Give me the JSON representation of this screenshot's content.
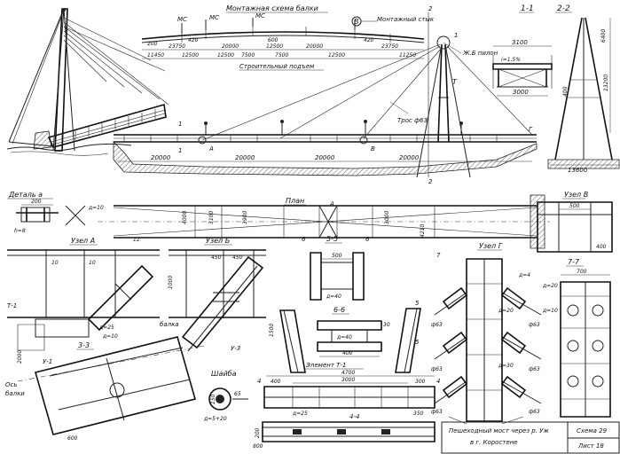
{
  "top_scheme": {
    "title": "Монтажная схема балки",
    "subtitle": "Строительный подъем",
    "ms1": "МС",
    "ms2": "МС",
    "ms3": "МС",
    "node_v": "В",
    "mount_joint": "Монтажный стык",
    "d200": "200",
    "d420a": "420",
    "d420b": "420",
    "d600": "600",
    "d23750a": "23750",
    "d23750b": "23750",
    "d20000a": "20000",
    "d20000b": "20000",
    "d12500a": "12500",
    "d12500b": "12500",
    "d12500c": "12500",
    "d12500d": "12500",
    "d7500a": "7500",
    "d7500b": "7500",
    "d11450": "11450",
    "d11250": "11250"
  },
  "elevation": {
    "node_a": "A",
    "node_b": "B",
    "node_g": "Г",
    "node_1": "1",
    "cut2a": "2",
    "cut2b": "2",
    "cut1a": "1",
    "cut1b": "1",
    "span1": "20000",
    "span2": "20000",
    "span3": "20000",
    "span4": "20000",
    "zhb_pylon": "Ж.Б пилон",
    "stay_label": "Трос ф63",
    "element_t": "Т"
  },
  "section_11": {
    "title": "1-1",
    "w3100": "3100",
    "slope": "i=1.5%",
    "w3000": "3000"
  },
  "section_22": {
    "title": "2-2",
    "h6400": "6400",
    "h13200": "13200",
    "h400": "400",
    "w13600": "13600"
  },
  "plan": {
    "title": "План",
    "node_a": "А",
    "d4000": "4000",
    "d3100": "3100",
    "d3900": "3900",
    "d3000": "3000",
    "d4210": "4210"
  },
  "detail_a": {
    "title": "Деталь а",
    "d200": "200",
    "d10": "д=10",
    "h8": "h=8"
  },
  "node_a": {
    "title": "Узел А",
    "d10a": "10",
    "d10b": "10",
    "t1": "Т-1",
    "d25": "д=25",
    "d10": "д=10",
    "d12": "12"
  },
  "node_b": {
    "title": "Узел Б",
    "d450a": "450",
    "d450b": "450",
    "d1000": "1000",
    "beam": "балка",
    "u3": "У-3"
  },
  "section_33": {
    "title": "3-3",
    "u1": "У-1",
    "d2000": "2000",
    "axis": "Ось",
    "beam": "балки",
    "d600": "600"
  },
  "washer": {
    "title": "Шайба",
    "d150": "150",
    "d65": "65",
    "formula": "д=5+20"
  },
  "section_55": {
    "title": "5-5",
    "d500": "500",
    "d40": "д=40",
    "n6a": "6",
    "n6b": "6"
  },
  "section_66": {
    "title": "6-6",
    "d400": "400",
    "d40": "д=40",
    "d30": "30",
    "n5a": "5",
    "n5b": "5"
  },
  "element_t1": {
    "title": "Элемент Т-1",
    "d4700": "4700",
    "d3000": "3000",
    "d400": "400",
    "d300": "300",
    "d1500": "1500",
    "d25": "д=25",
    "d350": "350",
    "d200": "200",
    "d800": "800",
    "sec44": "4-4",
    "n4a": "4",
    "n4b": "4",
    "n7": "7"
  },
  "node_g": {
    "title": "Узел Г",
    "d4": "д=4",
    "d20": "д=20",
    "d30": "д=30",
    "phi63a": "ф63",
    "phi63b": "ф63",
    "phi63c": "ф63",
    "phi63d": "ф63",
    "phi63e": "ф63",
    "phi63f": "ф63"
  },
  "node_v": {
    "title": "Узел В",
    "d500": "500",
    "d400": "400"
  },
  "section_77": {
    "title": "7-7",
    "d700": "700",
    "d20": "д=20",
    "d10": "д=10"
  },
  "title_block": {
    "name_line1": "Пешеходный мост через р. Уж",
    "name_line2": "в г. Коростене",
    "scheme": "Схема 29",
    "sheet": "Лист 18"
  }
}
